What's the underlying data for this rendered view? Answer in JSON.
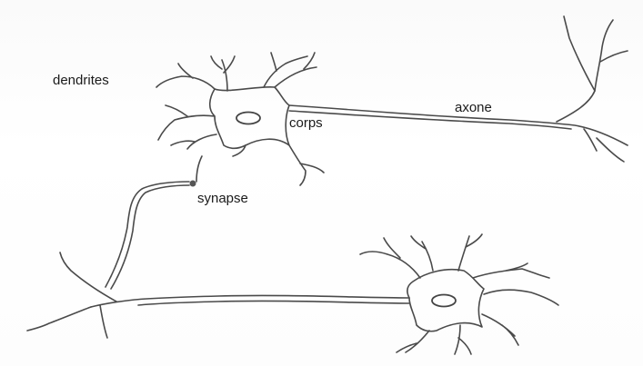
{
  "labels": {
    "dendrites": "dendrites",
    "corps": "corps",
    "axone": "axone",
    "synapse": "synapse"
  },
  "colors": {
    "line": "#4a4a4a",
    "text": "#1a1a1a",
    "background": "#ffffff"
  }
}
